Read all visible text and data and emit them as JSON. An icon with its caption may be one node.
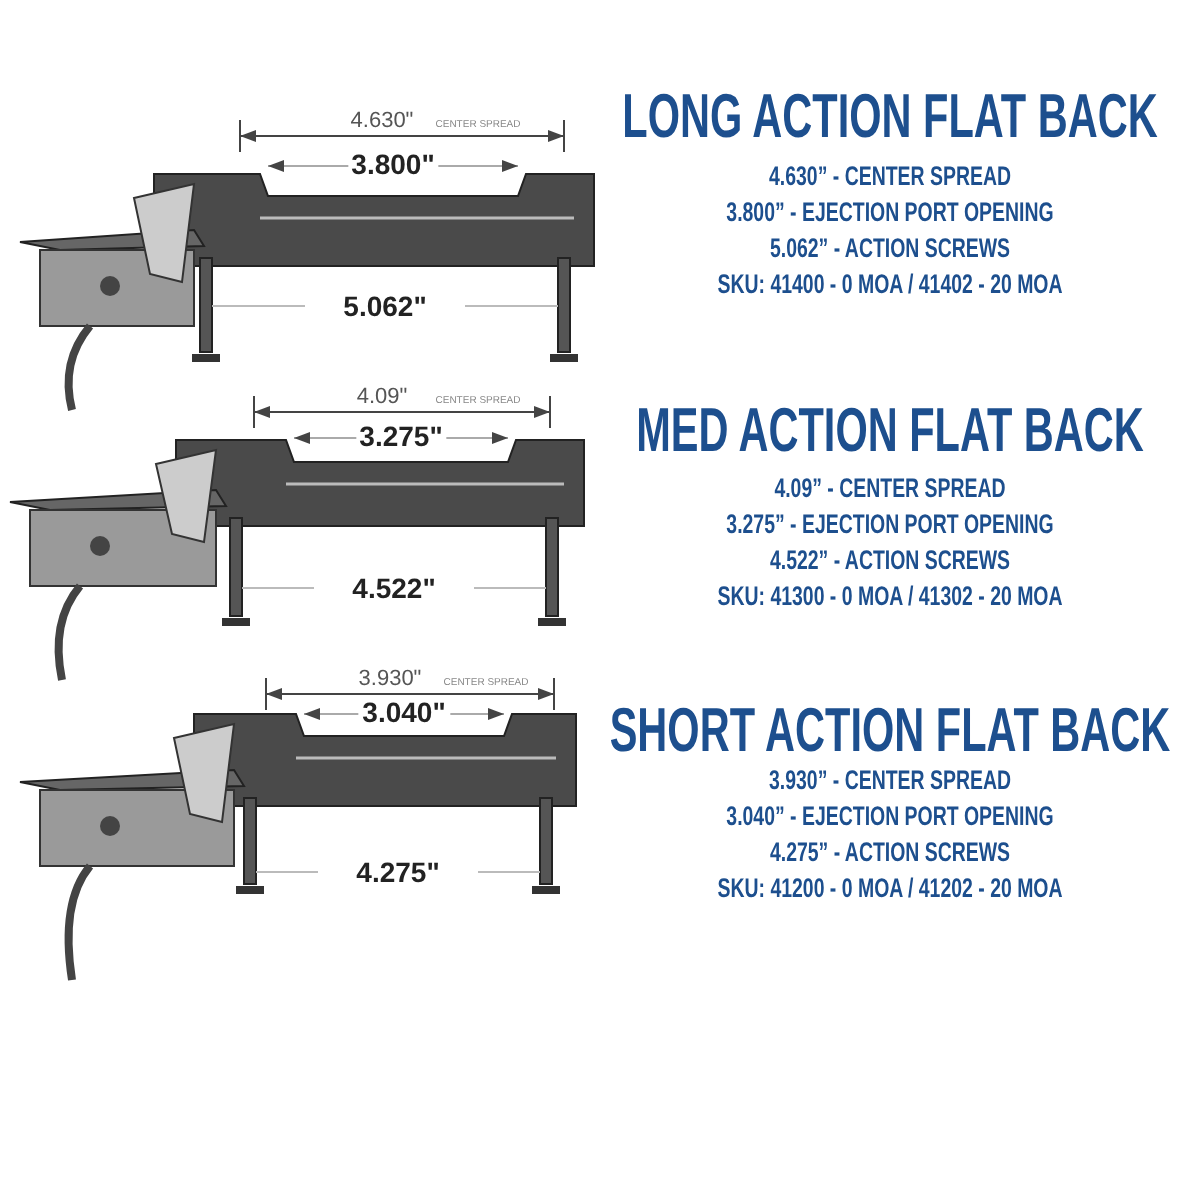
{
  "diagram": {
    "labels": [
      "4.630\"",
      "CENTER SPREAD",
      "3.800\"",
      "5.062\"",
      "LONG ACTION FLAT BACK",
      "4.630” - CENTER SPREAD",
      "3.800” - EJECTION PORT OPENING",
      "5.062” - ACTION SCREWS",
      "SKU: 41400 - 0 MOA / 41402 - 20 MOA",
      "4.09\"",
      "CENTER SPREAD",
      "3.275\"",
      "4.522\"",
      "MED ACTION FLAT BACK",
      "4.09” - CENTER SPREAD",
      "3.275” - EJECTION PORT OPENING",
      "4.522” - ACTION SCREWS",
      "SKU: 41300 - 0 MOA / 41302 - 20 MOA",
      "3.930\"",
      "CENTER SPREAD",
      "3.040\"",
      "4.275\"",
      "SHORT ACTION FLAT BACK",
      "3.930” - CENTER SPREAD",
      "3.040” - EJECTION PORT OPENING",
      "4.275” - ACTION SCREWS",
      "SKU: 41200 - 0 MOA / 41202 - 20 MOA"
    ]
  }
}
